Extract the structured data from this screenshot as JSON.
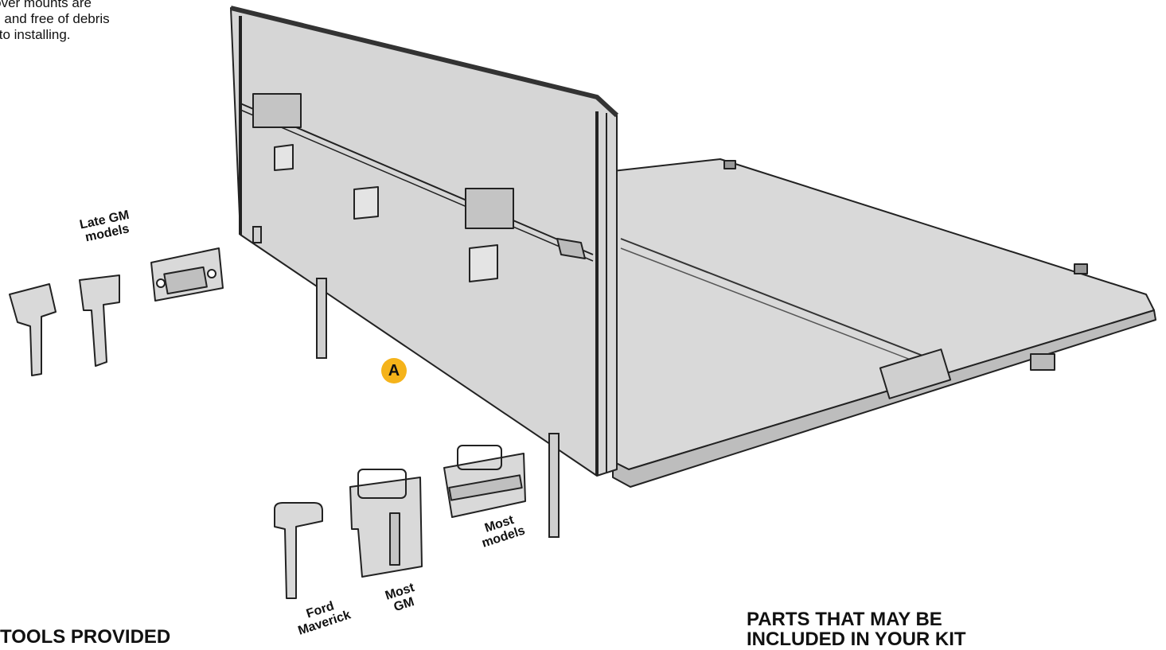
{
  "note": {
    "lines": [
      "ed cover mounts are",
      "clean and free of debris",
      "prior to installing."
    ]
  },
  "labels": {
    "late_gm": [
      "Late GM",
      "models"
    ],
    "most_models": [
      "Most",
      "models"
    ],
    "most_gm": [
      "Most",
      "GM"
    ],
    "ford_maverick": [
      "Ford",
      "Maverick"
    ]
  },
  "callout": "A",
  "headings": {
    "tools": "TOOLS PROVIDED",
    "parts": [
      "PARTS THAT MAY BE",
      "INCLUDED IN YOUR KIT"
    ]
  },
  "colors": {
    "callout": "#f5b31a",
    "panel_fill": "#d6d6d6",
    "outline": "#222222"
  }
}
